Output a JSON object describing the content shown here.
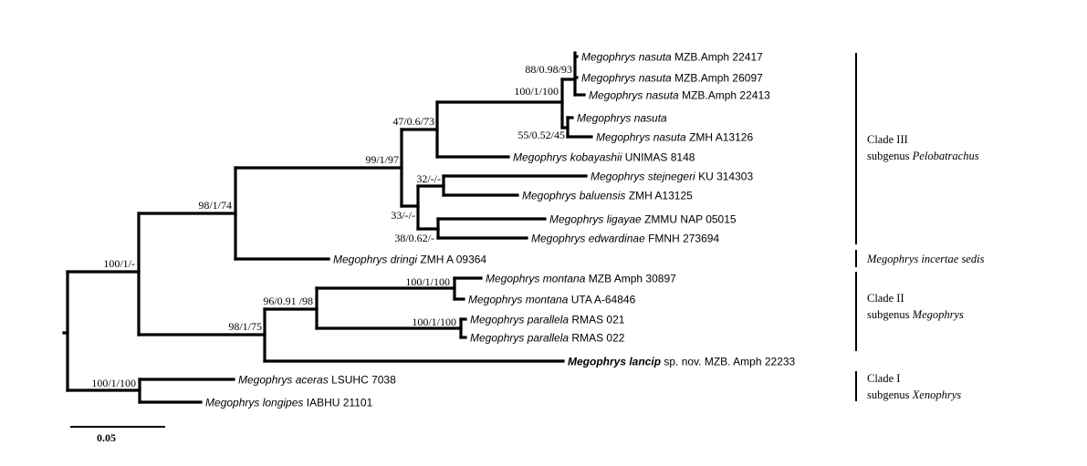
{
  "tips": [
    {
      "species": "Megophrys nasuta",
      "voucher": "MZB.Amph 22417"
    },
    {
      "species": "Megophrys nasuta",
      "voucher": "MZB.Amph 26097"
    },
    {
      "species": "Megophrys nasuta",
      "voucher": "MZB.Amph 22413"
    },
    {
      "species": "Megophrys nasuta",
      "voucher": ""
    },
    {
      "species": "Megophrys nasuta",
      "voucher": " ZMH A13126"
    },
    {
      "species": "Megophrys kobayashii",
      "voucher": "UNIMAS 8148"
    },
    {
      "species": "Megophrys stejnegeri",
      "voucher": "KU 314303"
    },
    {
      "species": "Megophrys baluensis",
      "voucher": "ZMH A13125"
    },
    {
      "species": "Megophrys ligayae",
      "voucher": "ZMMU NAP  05015"
    },
    {
      "species": "Megophrys edwardinae",
      "voucher": "FMNH 273694"
    },
    {
      "species": "Megophrys dringi",
      "voucher": "ZMH A 09364"
    },
    {
      "species": "Megophrys montana",
      "voucher": "MZB Amph 30897"
    },
    {
      "species": "Megophrys montana",
      "voucher": "UTA A-64846"
    },
    {
      "species": "Megophrys parallela",
      "voucher": "RMAS 021"
    },
    {
      "species": "Megophrys parallela",
      "voucher": "RMAS 022"
    },
    {
      "species": "Megophrys lancip",
      "voucher": "sp. nov. MZB. Amph 22233"
    },
    {
      "species": "Megophrys aceras",
      "voucher": "LSUHC 7038"
    },
    {
      "species": "Megophrys longipes",
      "voucher": "IABHU 21101"
    }
  ],
  "supports": [
    "88/0.98/93",
    "100/1/100",
    "55/0.52/45",
    "47/0.6/73",
    "99/1/97",
    "32/-/-",
    "33/-/-",
    "38/0.62/-",
    "98/1/74",
    "100/1/-",
    "96/0.91 /98",
    "100/1/100",
    "100/1/100",
    "98/1/75",
    "100/1/100"
  ],
  "clades": [
    {
      "line1": "Clade III",
      "line2_prefix": "subgenus ",
      "line2_name": "Pelobatrachus"
    },
    {
      "line1": "Megophrys incertae sedis"
    },
    {
      "line1": "Clade II",
      "line2_prefix": "subgenus ",
      "line2_name": "Megophrys"
    },
    {
      "line1": "Clade I",
      "line2_prefix": "subgenus ",
      "line2_name": "Xenophrys"
    }
  ],
  "scale_bar": {
    "label": "0.05"
  }
}
